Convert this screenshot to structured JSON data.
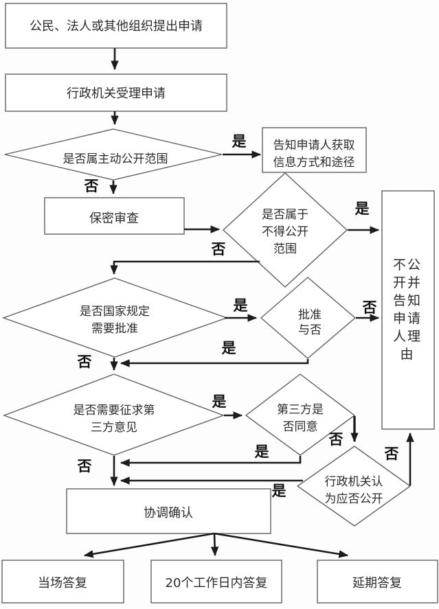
{
  "flowchart": {
    "type": "flowchart",
    "language": "zh-CN",
    "topic": "government information disclosure application process",
    "colors": {
      "background": "#fdfdfd",
      "shape_fill": "#ffffff",
      "shape_border": "#5f5f5f",
      "arrow": "#1b1b1b",
      "text": "#2a2a2a"
    },
    "labels": {
      "yes": "是",
      "no": "否"
    },
    "nodes": {
      "start": {
        "shape": "rect",
        "text": "公民、法人或其他组织提出申请"
      },
      "accept": {
        "shape": "rect",
        "text": "行政机关受理申请"
      },
      "d1_proactive_scope": {
        "shape": "diamond",
        "text": "是否属主动公开范围"
      },
      "inform_channels": {
        "shape": "rect",
        "text": "告知申请人获取信息方式和途径",
        "lines": [
          "告知申请人获取",
          "信息方式和途径"
        ]
      },
      "secrecy_review": {
        "shape": "rect",
        "text": "保密审查"
      },
      "d2_nondisclosure_scope": {
        "shape": "diamond",
        "text": "是否属于不得公开范围",
        "lines": [
          "是否属于",
          "不得公开",
          "范围"
        ]
      },
      "not_disclose": {
        "shape": "rect",
        "text": "不公开并告知申请人理由",
        "lines": [
          "不公",
          "开并",
          "告知",
          "申请",
          "人理",
          "由"
        ]
      },
      "d3_state_approval": {
        "shape": "diamond",
        "text": "是否国家规定需要批准",
        "lines": [
          "是否国家规定",
          "需要批准"
        ]
      },
      "d4_approved": {
        "shape": "diamond",
        "text": "批准与否",
        "lines": [
          "批准",
          "与否"
        ]
      },
      "d5_third_party": {
        "shape": "diamond",
        "text": "是否需要征求第三方意见",
        "lines": [
          "是否需要征求第",
          "三方意见"
        ]
      },
      "d6_third_party_agree": {
        "shape": "diamond",
        "text": "第三方是否同意",
        "lines": [
          "第三方是",
          "否同意"
        ]
      },
      "d7_agency_opinion": {
        "shape": "diamond",
        "text": "行政机关认为应否公开",
        "lines": [
          "行政机关认",
          "为应否公开"
        ]
      },
      "coordinate": {
        "shape": "rect",
        "text": "协调确认"
      },
      "reply_on_spot": {
        "shape": "rect",
        "text": "当场答复"
      },
      "reply_20_days": {
        "shape": "rect",
        "text": "20个工作日内答复"
      },
      "reply_delayed": {
        "shape": "rect",
        "text": "延期答复"
      }
    },
    "edges": [
      {
        "from": "start",
        "to": "accept",
        "label": ""
      },
      {
        "from": "accept",
        "to": "d1_proactive_scope",
        "label": ""
      },
      {
        "from": "d1_proactive_scope",
        "to": "inform_channels",
        "label": "是"
      },
      {
        "from": "d1_proactive_scope",
        "to": "secrecy_review",
        "label": "否"
      },
      {
        "from": "secrecy_review",
        "to": "d2_nondisclosure_scope",
        "label": ""
      },
      {
        "from": "d2_nondisclosure_scope",
        "to": "not_disclose",
        "label": "是"
      },
      {
        "from": "d2_nondisclosure_scope",
        "to": "d3_state_approval",
        "label": "否"
      },
      {
        "from": "d3_state_approval",
        "to": "d4_approved",
        "label": "是"
      },
      {
        "from": "d3_state_approval",
        "to": "d5_third_party",
        "label": "否"
      },
      {
        "from": "d4_approved",
        "to": "not_disclose",
        "label": "否"
      },
      {
        "from": "d4_approved",
        "to": "d5_third_party",
        "label": "是"
      },
      {
        "from": "d5_third_party",
        "to": "d6_third_party_agree",
        "label": "是"
      },
      {
        "from": "d5_third_party",
        "to": "coordinate",
        "label": "否"
      },
      {
        "from": "d6_third_party_agree",
        "to": "d7_agency_opinion",
        "label": "否"
      },
      {
        "from": "d6_third_party_agree",
        "to": "coordinate",
        "label": "是"
      },
      {
        "from": "d7_agency_opinion",
        "to": "not_disclose",
        "label": "否"
      },
      {
        "from": "d7_agency_opinion",
        "to": "coordinate",
        "label": "是"
      },
      {
        "from": "coordinate",
        "to": "reply_on_spot",
        "label": ""
      },
      {
        "from": "coordinate",
        "to": "reply_20_days",
        "label": ""
      },
      {
        "from": "coordinate",
        "to": "reply_delayed",
        "label": ""
      }
    ]
  }
}
